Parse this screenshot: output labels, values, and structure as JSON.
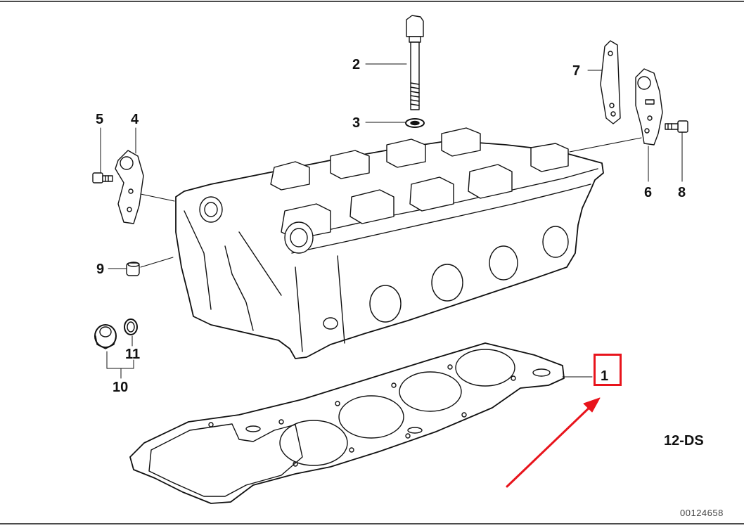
{
  "diagram": {
    "code": "12-DS",
    "catalog_number": "00124658",
    "highlight_color": "#e8141c",
    "line_color": "#111111",
    "highlighted_part": "1",
    "parts": [
      {
        "label": "1"
      },
      {
        "label": "2"
      },
      {
        "label": "3"
      },
      {
        "label": "4"
      },
      {
        "label": "5"
      },
      {
        "label": "6"
      },
      {
        "label": "7"
      },
      {
        "label": "8"
      },
      {
        "label": "9"
      },
      {
        "label": "10"
      },
      {
        "label": "11"
      }
    ]
  }
}
